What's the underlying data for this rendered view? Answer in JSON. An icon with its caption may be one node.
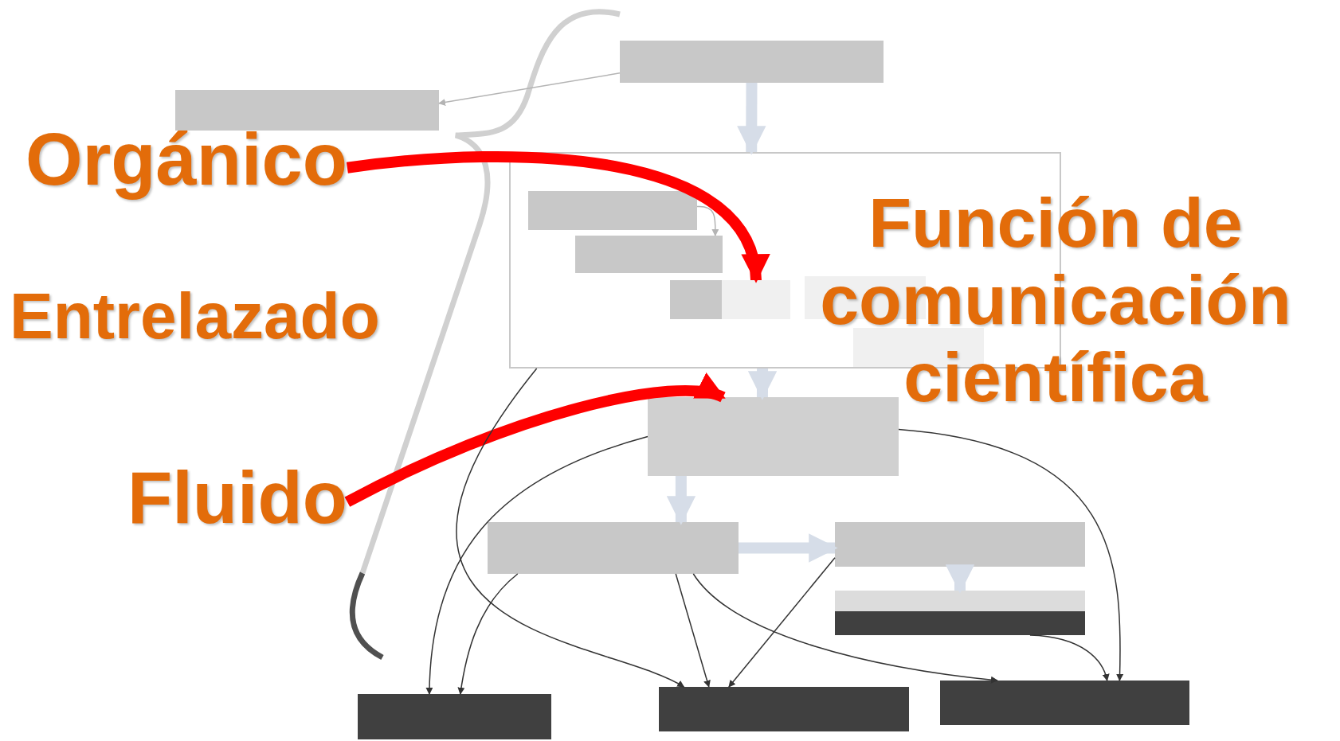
{
  "diagram": {
    "nodes": [
      {
        "text": [],
        "shape": "box"
      },
      {
        "text": [],
        "shape": "box"
      },
      {
        "text": [
          "Orgánico"
        ]
      },
      {
        "text": [],
        "shape": "box"
      },
      {
        "text": [],
        "shape": "box",
        "in": 3
      },
      {
        "text": [],
        "shape": "box",
        "in": 3
      },
      {
        "text": [],
        "shape": "box",
        "in": 3
      },
      {
        "text": [],
        "shape": "box",
        "in": 3
      },
      {
        "text": [],
        "shape": "box",
        "in": 3
      },
      {
        "text": [],
        "shape": "box",
        "in": 3
      },
      {
        "text": [
          "Fluido"
        ]
      },
      {
        "text": [],
        "shape": "box"
      },
      {
        "text": [],
        "shape": "box"
      },
      {
        "text": [],
        "shape": "box"
      },
      {
        "text": [],
        "shape": "box"
      },
      {
        "text": [],
        "shape": "box"
      },
      {
        "text": [],
        "shape": "box"
      },
      {
        "text": [],
        "shape": "box"
      },
      {
        "text": [],
        "shape": "box"
      }
    ],
    "edges": [
      {
        "from": 2,
        "to": 7,
        "arrow": "to",
        "style": "thick",
        "color": "#ff0000"
      },
      {
        "from": 10,
        "to": 11,
        "arrow": "to",
        "style": "thick",
        "color": "#ff0000"
      },
      {
        "from": 0,
        "to": 3,
        "arrow": "to",
        "style": "thick",
        "color": "#d6dde8"
      },
      {
        "from": 3,
        "to": 11,
        "arrow": "to",
        "style": "thick",
        "color": "#d6dde8"
      },
      {
        "from": 11,
        "to": 12,
        "arrow": "to",
        "style": "thick",
        "color": "#d6dde8"
      },
      {
        "from": 12,
        "to": 13,
        "arrow": "to",
        "style": "thick",
        "color": "#d6dde8"
      },
      {
        "from": 13,
        "to": 14,
        "arrow": "to",
        "style": "thick",
        "color": "#d6dde8"
      },
      {
        "from": 0,
        "to": 1,
        "arrow": "to",
        "color": "#b4b4b4"
      },
      {
        "from": 4,
        "to": 5,
        "arrow": "to",
        "color": "#b4b4b4"
      },
      {
        "from": 12,
        "to": 16,
        "arrow": "to"
      },
      {
        "from": 11,
        "to": 16,
        "arrow": "to"
      },
      {
        "from": 3,
        "to": 17,
        "arrow": "to"
      },
      {
        "from": 12,
        "to": 17,
        "arrow": "to"
      },
      {
        "from": 13,
        "to": 17,
        "arrow": "to"
      },
      {
        "from": 15,
        "to": 18,
        "arrow": "to"
      },
      {
        "from": 12,
        "to": 18,
        "arrow": "to"
      },
      {
        "from": 11,
        "to": 18,
        "arrow": "to"
      }
    ],
    "labels": [
      "Función de comunicación científica",
      "Entrelazado"
    ]
  }
}
